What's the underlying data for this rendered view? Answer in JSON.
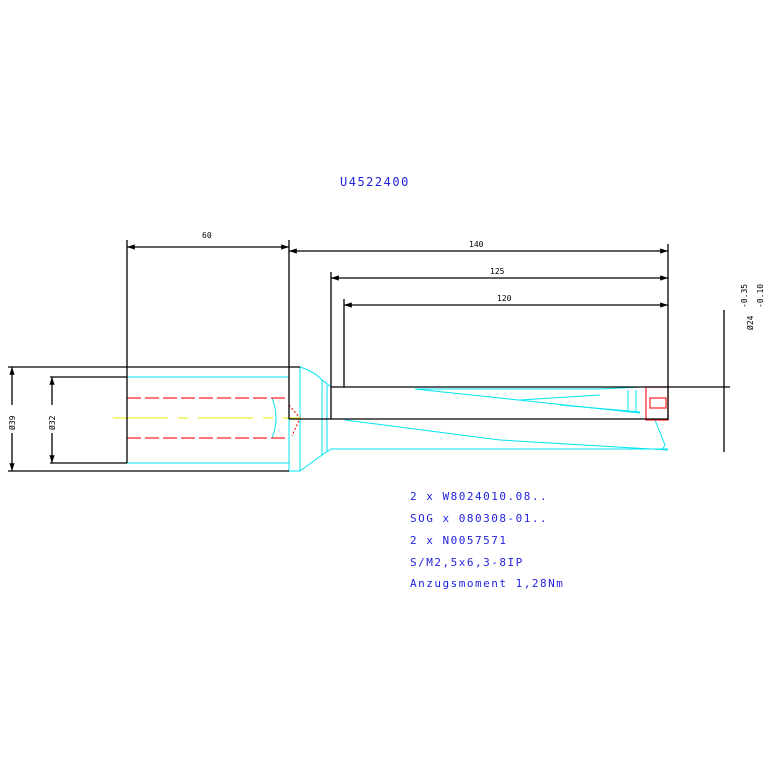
{
  "drawing": {
    "part_number": "U4522400",
    "dimensions": {
      "len_60": "60",
      "len_140": "140",
      "len_125": "125",
      "len_120": "120",
      "dia_39": "Ø39",
      "dia_32": "Ø32",
      "dia_24": "Ø24",
      "tol_upper": "-0.35",
      "tol_lower": "-0.10"
    },
    "notes": [
      "2 x W8024010.08..",
      "SOG x 080308-01..",
      "2 x N0057571",
      "S/M2,5x6,3-8IP",
      "Anzugsmoment 1,28Nm"
    ],
    "colors": {
      "text": "#1f1fe0",
      "outline": "#000000",
      "hidden": "#00e5f0",
      "thread": "#ff2020",
      "centerline": "#e8e800"
    }
  }
}
